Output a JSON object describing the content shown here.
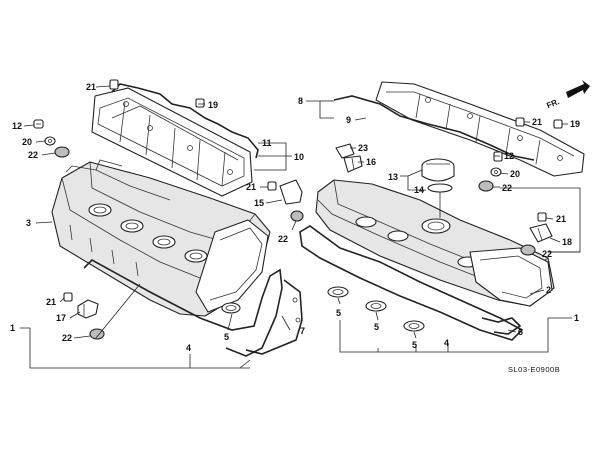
{
  "diagram": {
    "code_label": "SL03-E0900B",
    "front_label": "FR.",
    "callouts": {
      "n1": "1",
      "n2": "2",
      "n3": "3",
      "n4": "4",
      "n5": "5",
      "n6": "6",
      "n7": "7",
      "n8": "8",
      "n9": "9",
      "n10": "10",
      "n11": "11",
      "n12": "12",
      "n13": "13",
      "n14": "14",
      "n15": "15",
      "n16": "16",
      "n17": "17",
      "n18": "18",
      "n19": "19",
      "n20": "20",
      "n21": "21",
      "n22": "22",
      "n23": "23"
    }
  }
}
